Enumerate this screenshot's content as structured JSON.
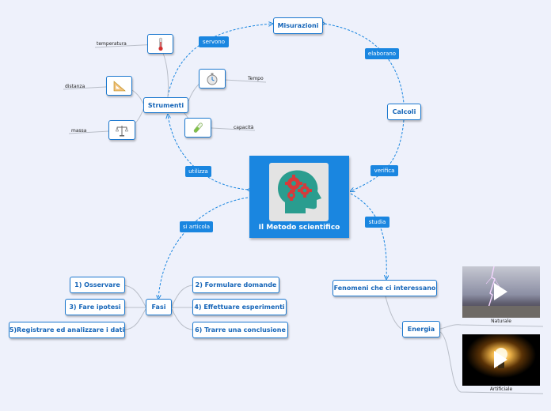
{
  "central": {
    "title": "Il Metodo scientifico",
    "icon": "head-gears-icon"
  },
  "nodes": {
    "misurazioni": "Misurazioni",
    "calcoli": "Calcoli",
    "strumenti": "Strumenti",
    "fasi": "Fasi",
    "fenomeni": "Fenomeni che ci interessano",
    "energia": "Energia",
    "fase1": "1) Osservare",
    "fase2": "2) Formulare domande",
    "fase3": "3) Fare ipotesi",
    "fase4": "4) Effettuare esperimenti",
    "fase5": "5)Registrare ed analizzare i dati",
    "fase6": "6) Trarre una conclusione"
  },
  "relations": {
    "servono": "servono",
    "elaborano": "elaborano",
    "verifica": "verifica",
    "utilizza": "utilizza",
    "si_articola": "si articola",
    "studia": "studia"
  },
  "tools": {
    "temperatura": {
      "label": "temperatura",
      "icon": "thermometer-icon"
    },
    "tempo": {
      "label": "Tempo",
      "icon": "stopwatch-icon"
    },
    "distanza": {
      "label": "distanza",
      "icon": "set-square-icon"
    },
    "capacita": {
      "label": "capacità",
      "icon": "test-tube-icon"
    },
    "massa": {
      "label": "massa",
      "icon": "balance-scale-icon"
    }
  },
  "media": {
    "naturale": {
      "caption": "Naturale",
      "icon": "play-icon"
    },
    "artificiale": {
      "caption": "Artificiale",
      "icon": "play-icon"
    }
  },
  "colors": {
    "accent": "#1a86e0",
    "border": "#1b78cf",
    "text": "#1565b8",
    "background": "#eef1fb"
  }
}
